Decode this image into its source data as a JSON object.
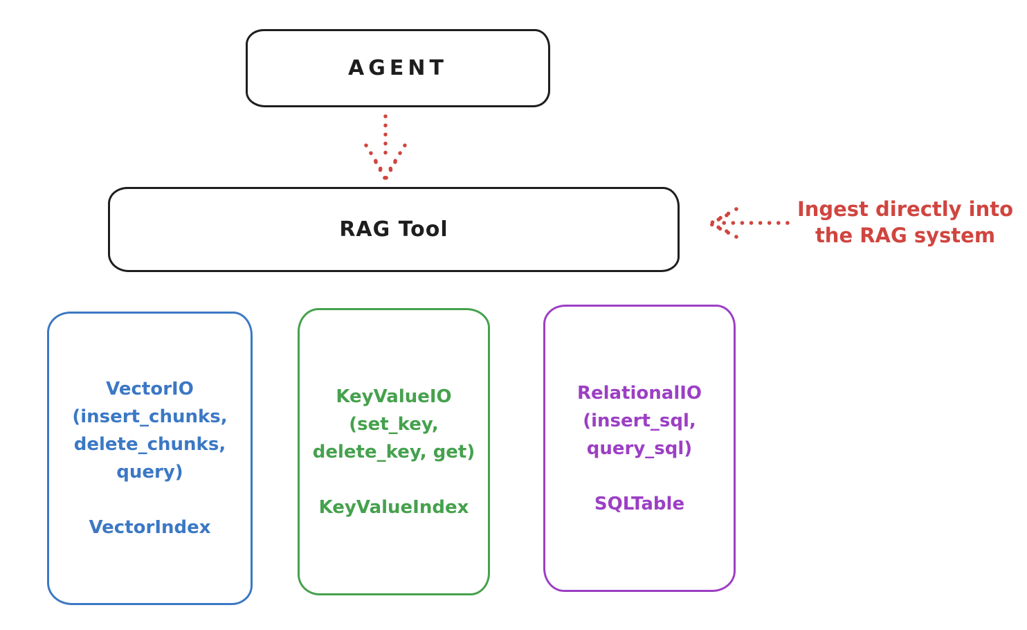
{
  "diagram": {
    "agent": {
      "label": "AGENT"
    },
    "rag_tool": {
      "label": "RAG Tool"
    },
    "annotation": {
      "line1": "Ingest directly into",
      "line2": "the RAG system"
    },
    "boxes": [
      {
        "name": "vector-io",
        "io_text": "VectorIO\n(insert_chunks,\ndelete_chunks,\nquery)",
        "index_text": "VectorIndex",
        "color": "#3b78c4"
      },
      {
        "name": "keyvalue-io",
        "io_text": "KeyValueIO\n(set_key,\ndelete_key, get)",
        "index_text": "KeyValueIndex",
        "color": "#45a14d"
      },
      {
        "name": "relational-io",
        "io_text": "RelationalIO\n(insert_sql,\nquery_sql)",
        "index_text": "SQLTable",
        "color": "#9c3fc4"
      }
    ],
    "colors": {
      "stroke": "#1e1e1e",
      "red": "#d0453f",
      "blue": "#3b78c4",
      "green": "#45a14d",
      "purple": "#9c3fc4"
    }
  }
}
